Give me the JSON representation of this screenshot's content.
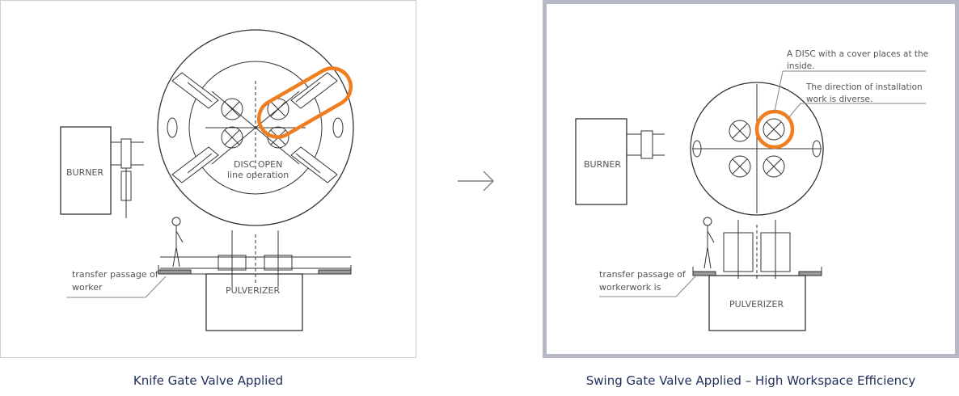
{
  "left": {
    "burner": "BURNER",
    "pulverizer": "PULVERIZER",
    "disc_open_1": "DISC OPEN",
    "disc_open_2": "line operation",
    "passage_1": "transfer passage of",
    "passage_2": "worker",
    "caption": "Knife Gate Valve Applied"
  },
  "right": {
    "burner": "BURNER",
    "pulverizer": "PULVERIZER",
    "note1_1": "A DISC with a cover places at the",
    "note1_2": "inside.",
    "note2_1": "The direction of installation",
    "note2_2": "work is diverse.",
    "passage_1": "transfer passage of",
    "passage_2": "workerwork is",
    "caption": "Swing Gate Valve Applied – High Workspace Efficiency"
  },
  "colors": {
    "highlight": "#f07d1e",
    "caption": "#1f2d5a",
    "frame": "#b5b9c6"
  }
}
